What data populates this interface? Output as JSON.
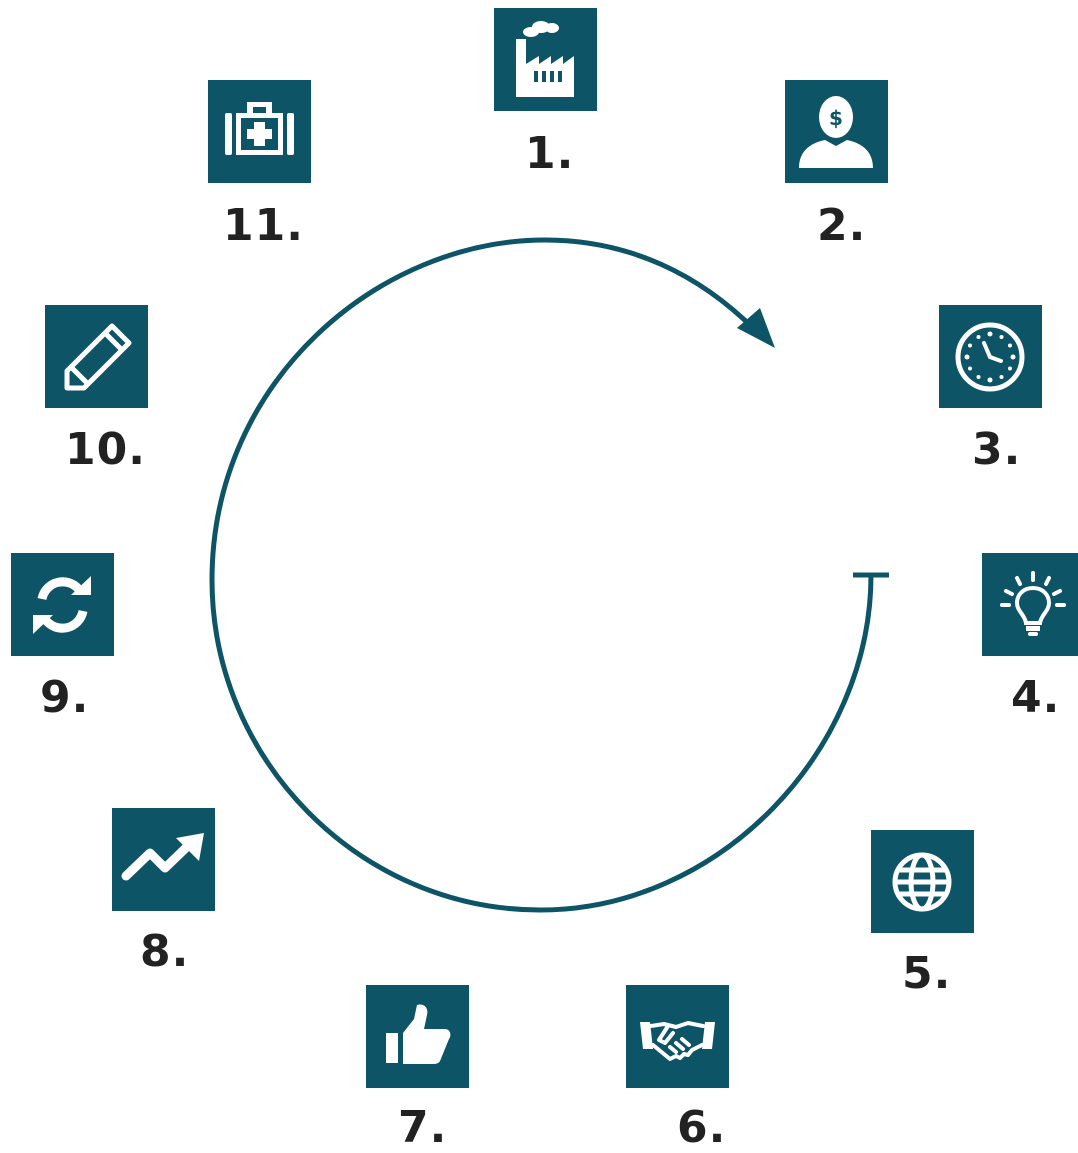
{
  "colors": {
    "tile": "#0d5566",
    "arrow": "#0d5566",
    "label": "#222222",
    "icon": "#ffffff"
  },
  "steps": [
    {
      "label": "1.",
      "icon": "factory-icon"
    },
    {
      "label": "2.",
      "icon": "person-dollar-icon"
    },
    {
      "label": "3.",
      "icon": "clock-icon"
    },
    {
      "label": "4.",
      "icon": "lightbulb-icon"
    },
    {
      "label": "5.",
      "icon": "globe-icon"
    },
    {
      "label": "6.",
      "icon": "handshake-icon"
    },
    {
      "label": "7.",
      "icon": "thumbs-up-icon"
    },
    {
      "label": "8.",
      "icon": "trending-up-icon"
    },
    {
      "label": "9.",
      "icon": "refresh-icon"
    },
    {
      "label": "10.",
      "icon": "pencil-icon"
    },
    {
      "label": "11.",
      "icon": "medical-kit-icon"
    }
  ]
}
